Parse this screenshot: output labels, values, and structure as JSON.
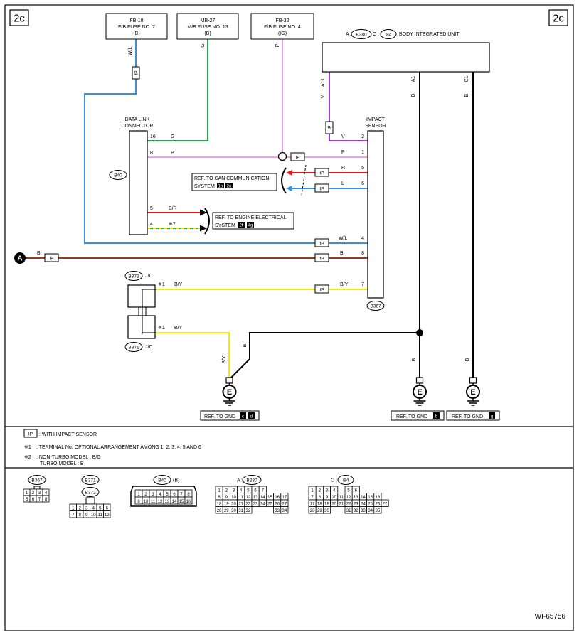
{
  "page_label": "2c",
  "figure_id": "WI-65756",
  "colors": {
    "blue": "#3b8fd6",
    "green": "#2aa24a",
    "pink": "#f0a0e8",
    "purple": "#9a3fd0",
    "red": "#e02020",
    "brown": "#9a3a1a",
    "yellow": "#f5ea00",
    "black": "#000000"
  },
  "fuses": [
    {
      "id": "FB-18",
      "name": "F/B FUSE NO. 7",
      "cond": "(B)",
      "wire": "W/L"
    },
    {
      "id": "MB-27",
      "name": "M/B FUSE NO. 13",
      "cond": "(B)",
      "wire": "G"
    },
    {
      "id": "FB-32",
      "name": "F/B FUSE NO. 4",
      "cond": "(IG)",
      "wire": "P"
    }
  ],
  "biu": {
    "prefix_a": "A :",
    "conn_a": "B280",
    "prefix_c": "C :",
    "conn_c": "i84",
    "name": "BODY INTEGRATED UNIT",
    "pins": [
      {
        "pin": "A11",
        "wire": "V"
      },
      {
        "pin": "A1",
        "wire": "B"
      },
      {
        "pin": "C1",
        "wire": "B"
      }
    ]
  },
  "dlc": {
    "name_l1": "DATA LINK",
    "name_l2": "CONNECTOR",
    "conn": "B40",
    "pins": [
      {
        "pin": "16",
        "wire": "G"
      },
      {
        "pin": "8",
        "wire": "P"
      },
      {
        "pin": "5",
        "wire": "B/R"
      },
      {
        "pin": "4",
        "wire": "✵2"
      }
    ]
  },
  "impact_sensor": {
    "name_l1": "IMPACT",
    "name_l2": "SENSOR",
    "conn": "B367",
    "pins": [
      {
        "pin": "2",
        "wire": "V"
      },
      {
        "pin": "1",
        "wire": "P"
      },
      {
        "pin": "5",
        "wire": "R"
      },
      {
        "pin": "6",
        "wire": "L"
      },
      {
        "pin": "4",
        "wire": "W/L"
      },
      {
        "pin": "8",
        "wire": "Br"
      },
      {
        "pin": "7",
        "wire": "B/Y"
      }
    ]
  },
  "ip_tag": "IP",
  "ref_can": {
    "l1": "REF. TO CAN COMMUNICATION",
    "l2": "SYSTEM",
    "b1": "1a",
    "b2": "2a"
  },
  "ref_eng": {
    "l1": "REF. TO ENGINE ELECTRICAL",
    "l2": "SYSTEM",
    "b1": "2f",
    "b2": "4g"
  },
  "node_a": {
    "label": "A",
    "wire": "Br"
  },
  "jc": {
    "top_conn": "B372",
    "bottom_conn": "B371",
    "tag": "J/C",
    "star1": "✵1",
    "wire": "B/Y"
  },
  "ground_wires": {
    "left_vertical": "B/Y",
    "left_diag": "B",
    "mid": "B",
    "right": "B"
  },
  "ground_symbol": "E",
  "gnd_refs": [
    {
      "text": "REF. TO GND",
      "boxes": [
        "c",
        "d"
      ]
    },
    {
      "text": "REF. TO GND",
      "boxes": [
        "b"
      ]
    },
    {
      "text": "REF. TO GND",
      "boxes": [
        "g"
      ]
    }
  ],
  "legend": {
    "ip_text": ": WITH IMPACT SENSOR",
    "s1_mark": "✵1",
    "s1_text": ": TERMINAL No. OPTIONAL ARRANGEMENT AMONG 1, 2, 3, 4, 5 AND 6",
    "s2_mark": "✵2",
    "s2_line1": ": NON-TURBO MODEL  : B/G",
    "s2_line2": "TURBO MODEL   : B"
  },
  "connector_views": {
    "b367": {
      "title": "B367",
      "rows": [
        [
          "1",
          "2",
          "3",
          "4"
        ],
        [
          "5",
          "6",
          "7",
          "8"
        ]
      ]
    },
    "b371": {
      "title": "B371"
    },
    "b372": {
      "title": "B372",
      "rows": [
        [
          "1",
          "2",
          "3",
          "4",
          "5",
          "6"
        ],
        [
          "7",
          "8",
          "9",
          "10",
          "11",
          "12"
        ]
      ]
    },
    "b40": {
      "title": "B40",
      "suffix": "(B)",
      "rows": [
        [
          "1",
          "2",
          "3",
          "4",
          "5",
          "6",
          "7",
          "8"
        ],
        [
          "9",
          "10",
          "11",
          "12",
          "13",
          "14",
          "15",
          "16"
        ]
      ]
    },
    "b280": {
      "prefix": "A :",
      "title": "B280",
      "rows": [
        [
          "1",
          "2",
          "3",
          "4",
          "5",
          "6",
          "7"
        ],
        [
          "8",
          "9",
          "10",
          "11",
          "12",
          "13",
          "14",
          "15",
          "16",
          "17"
        ],
        [
          "18",
          "19",
          "20",
          "21",
          "22",
          "23",
          "24",
          "25",
          "26",
          "27"
        ],
        [
          "28",
          "29",
          "30",
          "31",
          "32",
          "",
          "",
          "",
          "33",
          "34"
        ]
      ]
    },
    "i84": {
      "prefix": "C :",
      "title": "i84",
      "rows": [
        [
          "1",
          "2",
          "3",
          "4",
          "",
          "5",
          "6"
        ],
        [
          "7",
          "8",
          "9",
          "10",
          "11",
          "12",
          "13",
          "14",
          "15",
          "16"
        ],
        [
          "17",
          "18",
          "19",
          "20",
          "21",
          "22",
          "23",
          "24",
          "25",
          "26",
          "27"
        ],
        [
          "28",
          "29",
          "30",
          "",
          "",
          "31",
          "32",
          "33",
          "34",
          "35"
        ]
      ]
    }
  }
}
